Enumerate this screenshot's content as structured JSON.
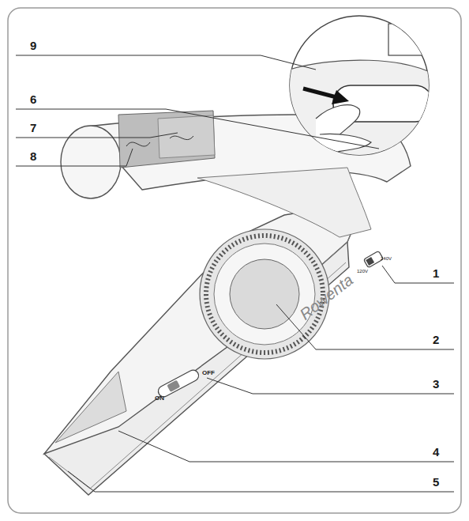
{
  "diagram": {
    "labels": [
      "9",
      "6",
      "7",
      "8",
      "1",
      "2",
      "3",
      "4",
      "5",
      "Rowenta",
      "ON",
      "OFF",
      "120V",
      "240V"
    ]
  }
}
